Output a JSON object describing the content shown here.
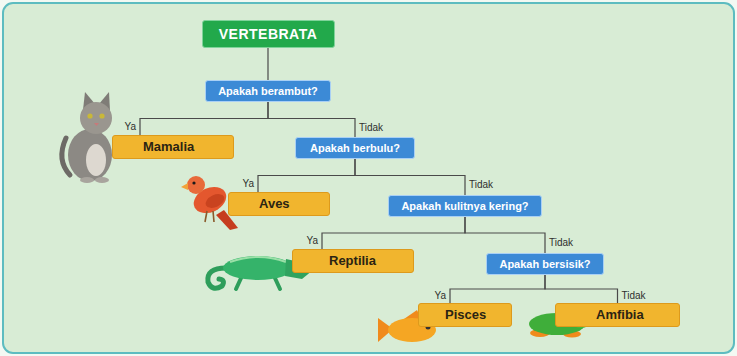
{
  "diagram": {
    "nodes": [
      {
        "text": [
          "VERTEBRATA"
        ]
      },
      {
        "text": [
          "Apakah berambut?"
        ]
      },
      {
        "text": [
          "Mamalia"
        ]
      },
      {
        "text": [
          "Apakah berbulu?"
        ]
      },
      {
        "text": [
          "Aves"
        ]
      },
      {
        "text": [
          "Apakah kulitnya kering?"
        ]
      },
      {
        "text": [
          "Reptilia"
        ]
      },
      {
        "text": [
          "Apakah bersisik?"
        ]
      },
      {
        "text": [
          "Pisces"
        ]
      },
      {
        "text": [
          "Amfibia"
        ]
      }
    ],
    "edges": [
      {
        "from": 0,
        "to": 1,
        "arrow": "none"
      },
      {
        "from": 1,
        "to": 2,
        "label": "Ya",
        "arrow": "none"
      },
      {
        "from": 1,
        "to": 3,
        "label": "Tidak",
        "arrow": "none"
      },
      {
        "from": 3,
        "to": 4,
        "label": "Ya",
        "arrow": "none"
      },
      {
        "from": 3,
        "to": 5,
        "label": "Tidak",
        "arrow": "none"
      },
      {
        "from": 5,
        "to": 6,
        "label": "Ya",
        "arrow": "none"
      },
      {
        "from": 5,
        "to": 7,
        "label": "Tidak",
        "arrow": "none"
      },
      {
        "from": 7,
        "to": 8,
        "label": "Ya",
        "arrow": "none"
      },
      {
        "from": 7,
        "to": 9,
        "label": "Tidak",
        "arrow": "none"
      }
    ]
  }
}
